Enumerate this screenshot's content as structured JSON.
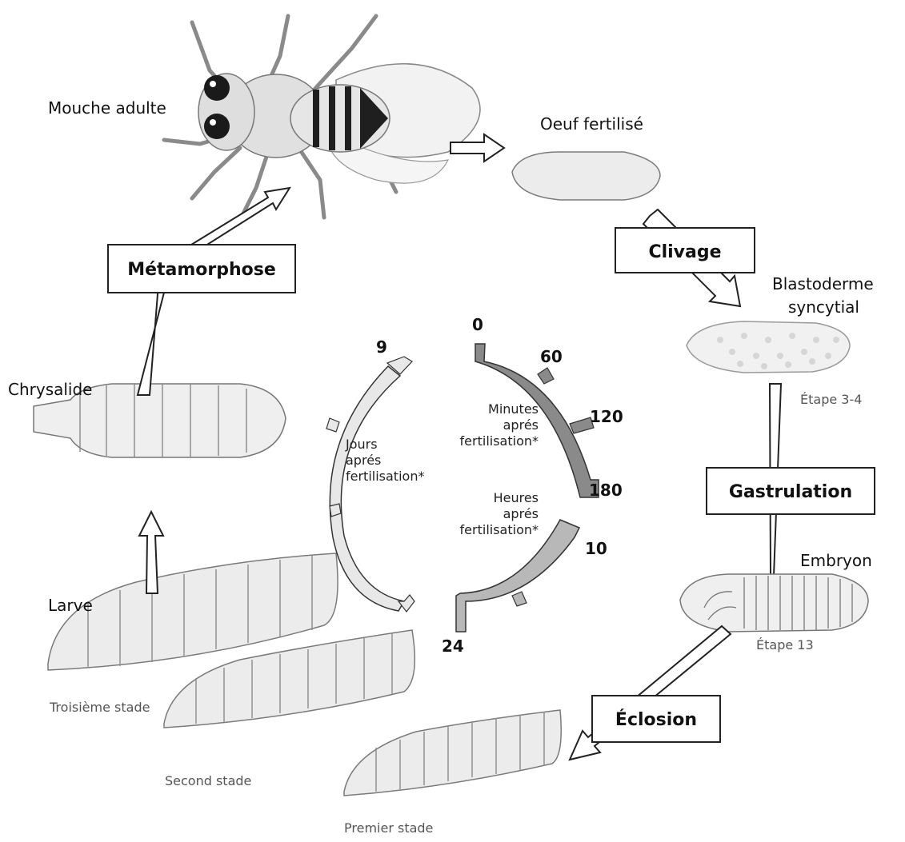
{
  "stages": {
    "adult": "Mouche adulte",
    "egg": "Oeuf fertilisé",
    "blastoderm_line1": "Blastoderme",
    "blastoderm_line2": "syncytial",
    "blastoderm_step": "Étape 3-4",
    "embryo": "Embryon",
    "embryo_step": "Étape 13",
    "pupa": "Chrysalide",
    "larva": "Larve",
    "third_instar": "Troisième stade",
    "second_instar": "Second stade",
    "first_instar": "Premier stade"
  },
  "processes": {
    "cleavage": "Clivage",
    "gastrulation": "Gastrulation",
    "hatching": "Éclosion",
    "metamorphosis": "Métamorphose"
  },
  "timeline": {
    "minutes": {
      "label_line1": "Minutes",
      "label_line2": "aprés",
      "label_line3": "fertilisation*",
      "ticks": [
        "0",
        "60",
        "120",
        "180"
      ],
      "color": "#8a8a8a"
    },
    "hours": {
      "label_line1": "Heures",
      "label_line2": "aprés",
      "label_line3": "fertilisation*",
      "ticks": [
        "10",
        "24"
      ],
      "color": "#b0b0b0"
    },
    "days": {
      "label_line1": "Jours",
      "label_line2": "aprés",
      "label_line3": "fertilisation*",
      "ticks": [
        "9"
      ],
      "color": "#d6d6d6"
    }
  }
}
